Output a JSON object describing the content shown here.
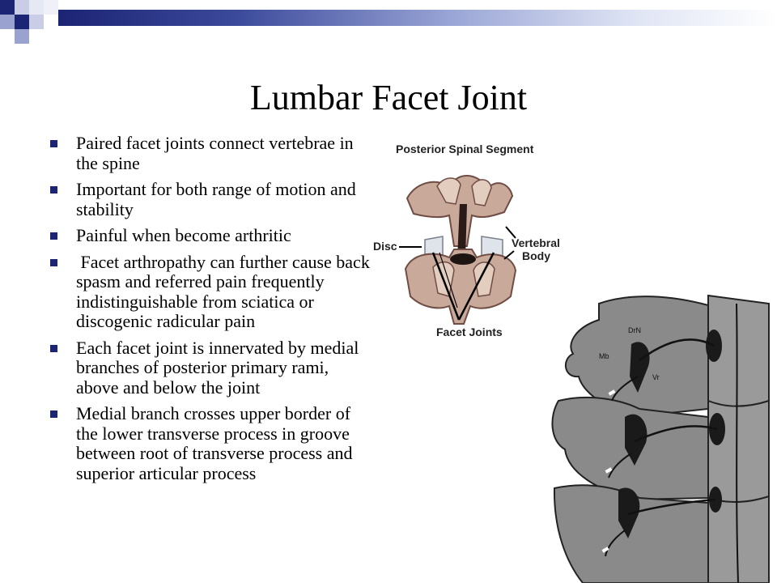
{
  "slide": {
    "title": "Lumbar Facet Joint",
    "bullets": [
      "Paired facet joints connect vertebrae in the spine",
      "Important for both range of motion and stability",
      "Painful when become arthritic",
      " Facet arthropathy can further cause back spasm and referred pain frequently indistinguishable from sciatica or discogenic radicular pain",
      "Each facet joint is innervated by medial branches of posterior primary rami, above and below the joint",
      "Medial branch crosses upper border of the lower transverse process in groove between root of transverse process and superior articular process"
    ]
  },
  "figure_posterior": {
    "heading": "Posterior Spinal Segment",
    "label_disc": "Disc",
    "label_vertebral": "Vertebral",
    "label_body": "Body",
    "label_facet": "Facet Joints"
  },
  "figure_nerve": {
    "labels": [
      "DrN",
      "Mb",
      "Vr"
    ]
  },
  "colors": {
    "accent": "#1c2474",
    "bone": "#c9a99a",
    "bone_dark": "#6f4d44"
  }
}
